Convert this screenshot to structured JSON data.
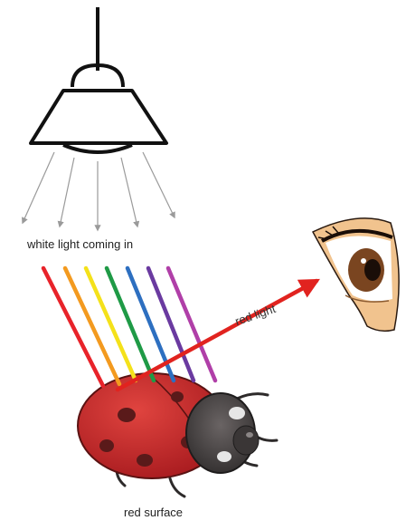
{
  "labels": {
    "incoming": "white light coming in",
    "reflected": "red light",
    "surface": "red surface"
  },
  "watermark": "",
  "colors": {
    "rainbow": [
      "#e8232a",
      "#f39a1f",
      "#f4e11a",
      "#1f9a46",
      "#2d6fc0",
      "#6a3aa0",
      "#b03fa8"
    ],
    "reflected_ray": "#e1231f",
    "lamp_outline": "#111111",
    "incoming_ray": "#9a9a9a",
    "ladybug_shell": "#c8282a",
    "ladybug_head": "#4a4545",
    "skin": "#f1c38e",
    "iris": "#7a4520"
  },
  "icons": [
    "lamp-icon",
    "ladybug-icon",
    "eye-icon"
  ]
}
